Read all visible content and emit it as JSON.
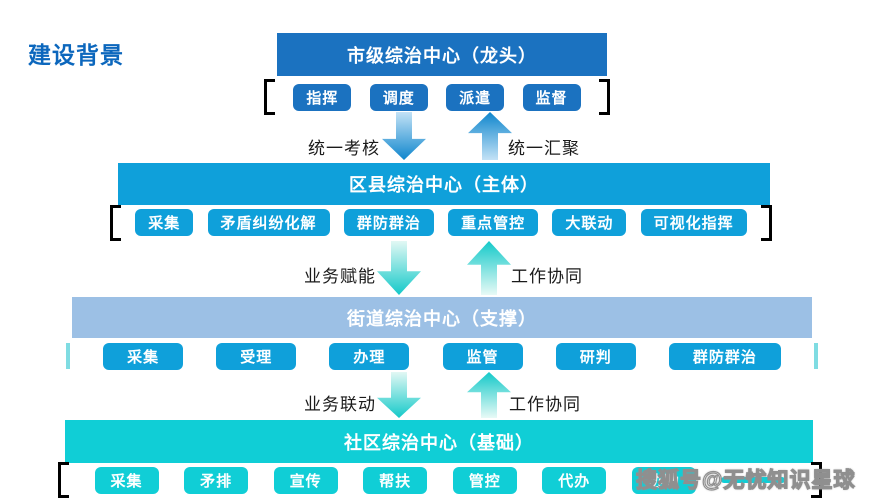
{
  "page": {
    "title": "建设背景",
    "watermark": "搜狐号@无忧知识星球"
  },
  "colors": {
    "title_blue": "#0c67bd",
    "level1_blue": "#1b72c0",
    "level2_blue": "#0fa0da",
    "level3_light_blue": "#9cc0e5",
    "level4_teal": "#10ced6",
    "arrow_blue": "#0f8fd0",
    "arrow_teal": "#14c9c9",
    "bracket_light_teal": "#7fdce2"
  },
  "levels": [
    {
      "id": "city",
      "header": "市级综治中心（龙头）",
      "functions": [
        "指挥",
        "调度",
        "派遣",
        "监督"
      ]
    },
    {
      "id": "district",
      "header": "区县综治中心（主体）",
      "functions": [
        "采集",
        "矛盾纠纷化解",
        "群防群治",
        "重点管控",
        "大联动",
        "可视化指挥"
      ]
    },
    {
      "id": "street",
      "header": "街道综治中心（支撑）",
      "functions": [
        "采集",
        "受理",
        "办理",
        "监管",
        "研判",
        "群防群治"
      ]
    },
    {
      "id": "community",
      "header": "社区综治中心（基础）",
      "functions": [
        "采集",
        "矛排",
        "宣传",
        "帮扶",
        "管控",
        "代办",
        "协助",
        ""
      ]
    }
  ],
  "connectors": [
    {
      "down_label": "统一考核",
      "up_label": "统一汇聚"
    },
    {
      "down_label": "业务赋能",
      "up_label": "工作协同"
    },
    {
      "down_label": "业务联动",
      "up_label": "工作协同"
    }
  ]
}
